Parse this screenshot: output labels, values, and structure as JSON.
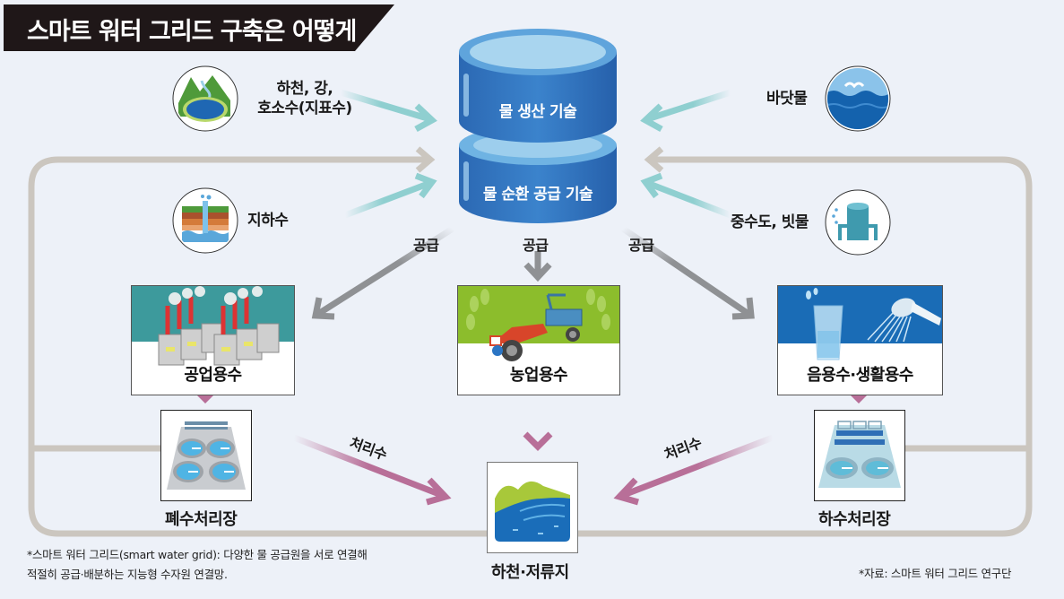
{
  "title": "스마트 워터 그리드 구축은 어떻게",
  "colors": {
    "background": "#edf1f8",
    "title_bar": "#1f1718",
    "drum_blue": "#2f73be",
    "drum_top": "#a9d5ef",
    "source_arrow": "#8fcfd0",
    "supply_arrow": "#8f9194",
    "treated_arrow": "#b86f98",
    "loop_line": "#cbc6bf"
  },
  "core": {
    "production_label": "물 생산 기술",
    "circulation_label": "물 순환 공급 기술"
  },
  "sources": [
    {
      "id": "surface",
      "label_line1": "하천, 강,",
      "label_line2": "호소수(지표수)",
      "icon": "mountain-lake-icon"
    },
    {
      "id": "ground",
      "label_line1": "지하수",
      "label_line2": "",
      "icon": "groundwater-icon"
    },
    {
      "id": "sea",
      "label_line1": "바닷물",
      "label_line2": "",
      "icon": "sea-seagull-icon"
    },
    {
      "id": "reuse",
      "label_line1": "중수도, 빗물",
      "label_line2": "",
      "icon": "water-tank-icon"
    }
  ],
  "supply_label": "공급",
  "uses": [
    {
      "id": "industrial",
      "label": "공업용수",
      "icon": "factory-icon"
    },
    {
      "id": "agricultural",
      "label": "농업용수",
      "icon": "tiller-icon"
    },
    {
      "id": "domestic",
      "label": "음용수·생활용수",
      "icon": "glass-shower-icon"
    }
  ],
  "plants": [
    {
      "id": "wastewater",
      "label": "폐수처리장",
      "icon": "wastewater-plant-icon"
    },
    {
      "id": "sewage",
      "label": "하수처리장",
      "icon": "sewage-plant-icon"
    }
  ],
  "treated_label": "처리수",
  "destination": {
    "label": "하천·저류지",
    "icon": "river-icon"
  },
  "footnote": {
    "line1": "*스마트 워터 그리드(smart water grid): 다양한 물 공급원을 서로 연결해",
    "line2": "적절히 공급·배분하는 지능형 수자원 연결망."
  },
  "source_credit": "*자료: 스마트 워터 그리드 연구단"
}
